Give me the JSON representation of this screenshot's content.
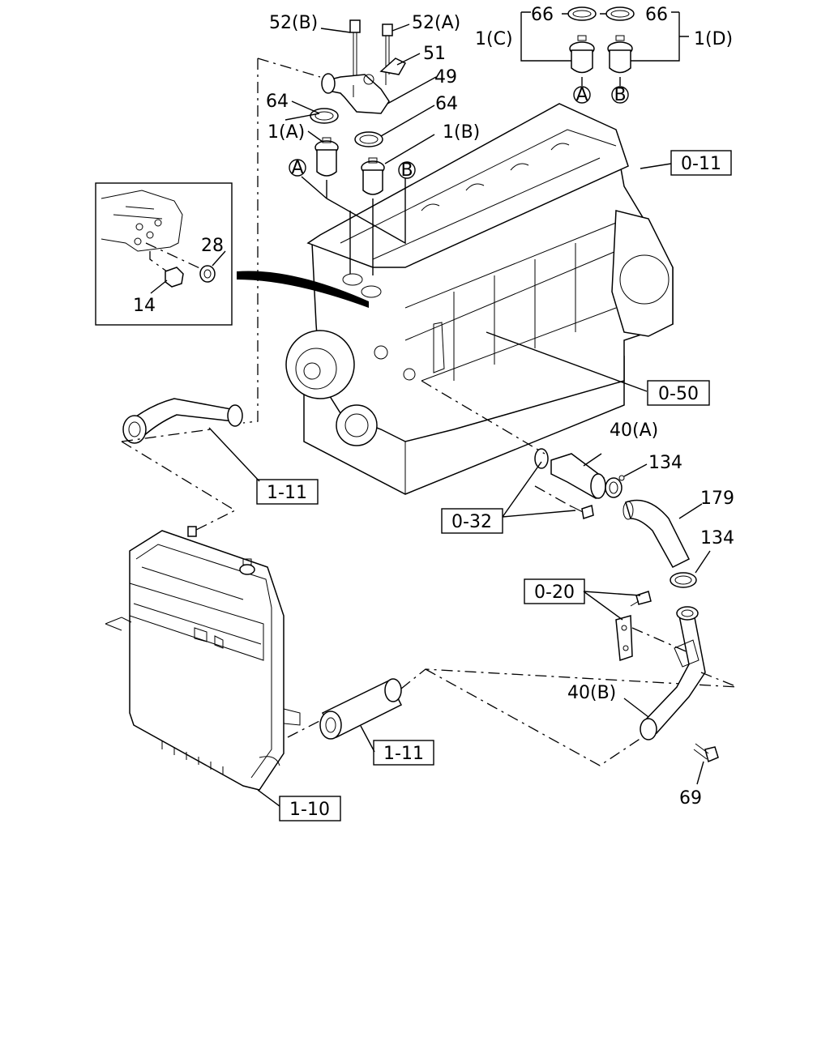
{
  "labels": {
    "p52b": "52(B)",
    "p52a": "52(A)",
    "p51": "51",
    "p49": "49",
    "p64a": "64",
    "p64b": "64",
    "p1a": "1(A)",
    "p1b": "1(B)",
    "p66a": "66",
    "p66b": "66",
    "p1c": "1(C)",
    "p1d": "1(D)",
    "circA1": "A",
    "circB1": "B",
    "circA2": "A",
    "circB2": "B",
    "p28": "28",
    "p14": "14",
    "p40a": "40(A)",
    "p134a": "134",
    "p179": "179",
    "p134b": "134",
    "p40b": "40(B)",
    "p69": "69"
  },
  "refs": {
    "r0_11": "0-11",
    "r0_50": "0-50",
    "r0_32": "0-32",
    "r0_20": "0-20",
    "r1_11a": "1-11",
    "r1_11b": "1-11",
    "r1_10": "1-10"
  }
}
